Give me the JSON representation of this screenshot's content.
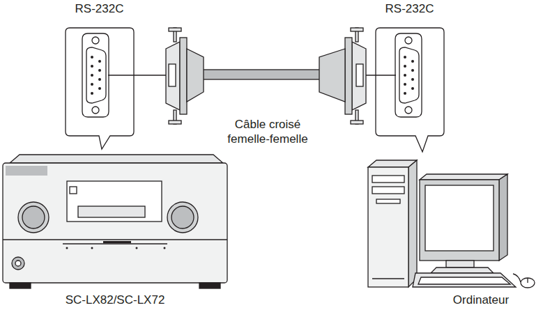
{
  "diagram": {
    "labels": [
      "RS-232C",
      "RS-232C",
      "Câble croisé femelle-femelle",
      "SC-LX82/SC-LX72",
      "Ordinateur"
    ]
  }
}
